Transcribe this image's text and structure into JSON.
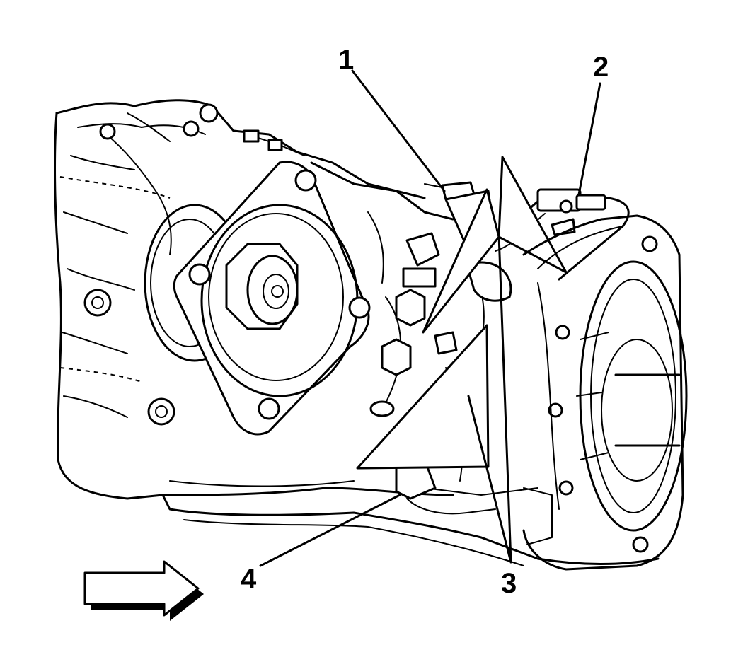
{
  "callouts": [
    {
      "id": "1",
      "text": "1"
    },
    {
      "id": "2",
      "text": "2"
    },
    {
      "id": "3",
      "text": "3"
    },
    {
      "id": "4",
      "text": "4"
    }
  ],
  "icons": {
    "direction_arrow": "arrow-right-icon"
  },
  "colors": {
    "line": "#000000",
    "background": "#ffffff"
  }
}
